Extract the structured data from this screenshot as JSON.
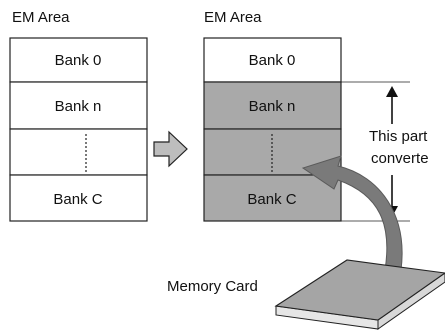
{
  "left_area": {
    "title": "EM Area",
    "banks": [
      "Bank 0",
      "Bank n",
      "",
      "Bank C"
    ]
  },
  "right_area": {
    "title": "EM Area",
    "banks": [
      "Bank 0",
      "Bank n",
      "",
      "Bank C"
    ]
  },
  "annotation": {
    "line1": "This part",
    "line2": "converte"
  },
  "memory_card_label": "Memory Card",
  "colors": {
    "cell_fill": "#ffffff",
    "converted_fill": "#a9a9a9",
    "stroke": "#222222",
    "curved_arrow": "#7a7a7a",
    "card_top": "#a5a5a5",
    "card_side": "#e0e0e0"
  }
}
